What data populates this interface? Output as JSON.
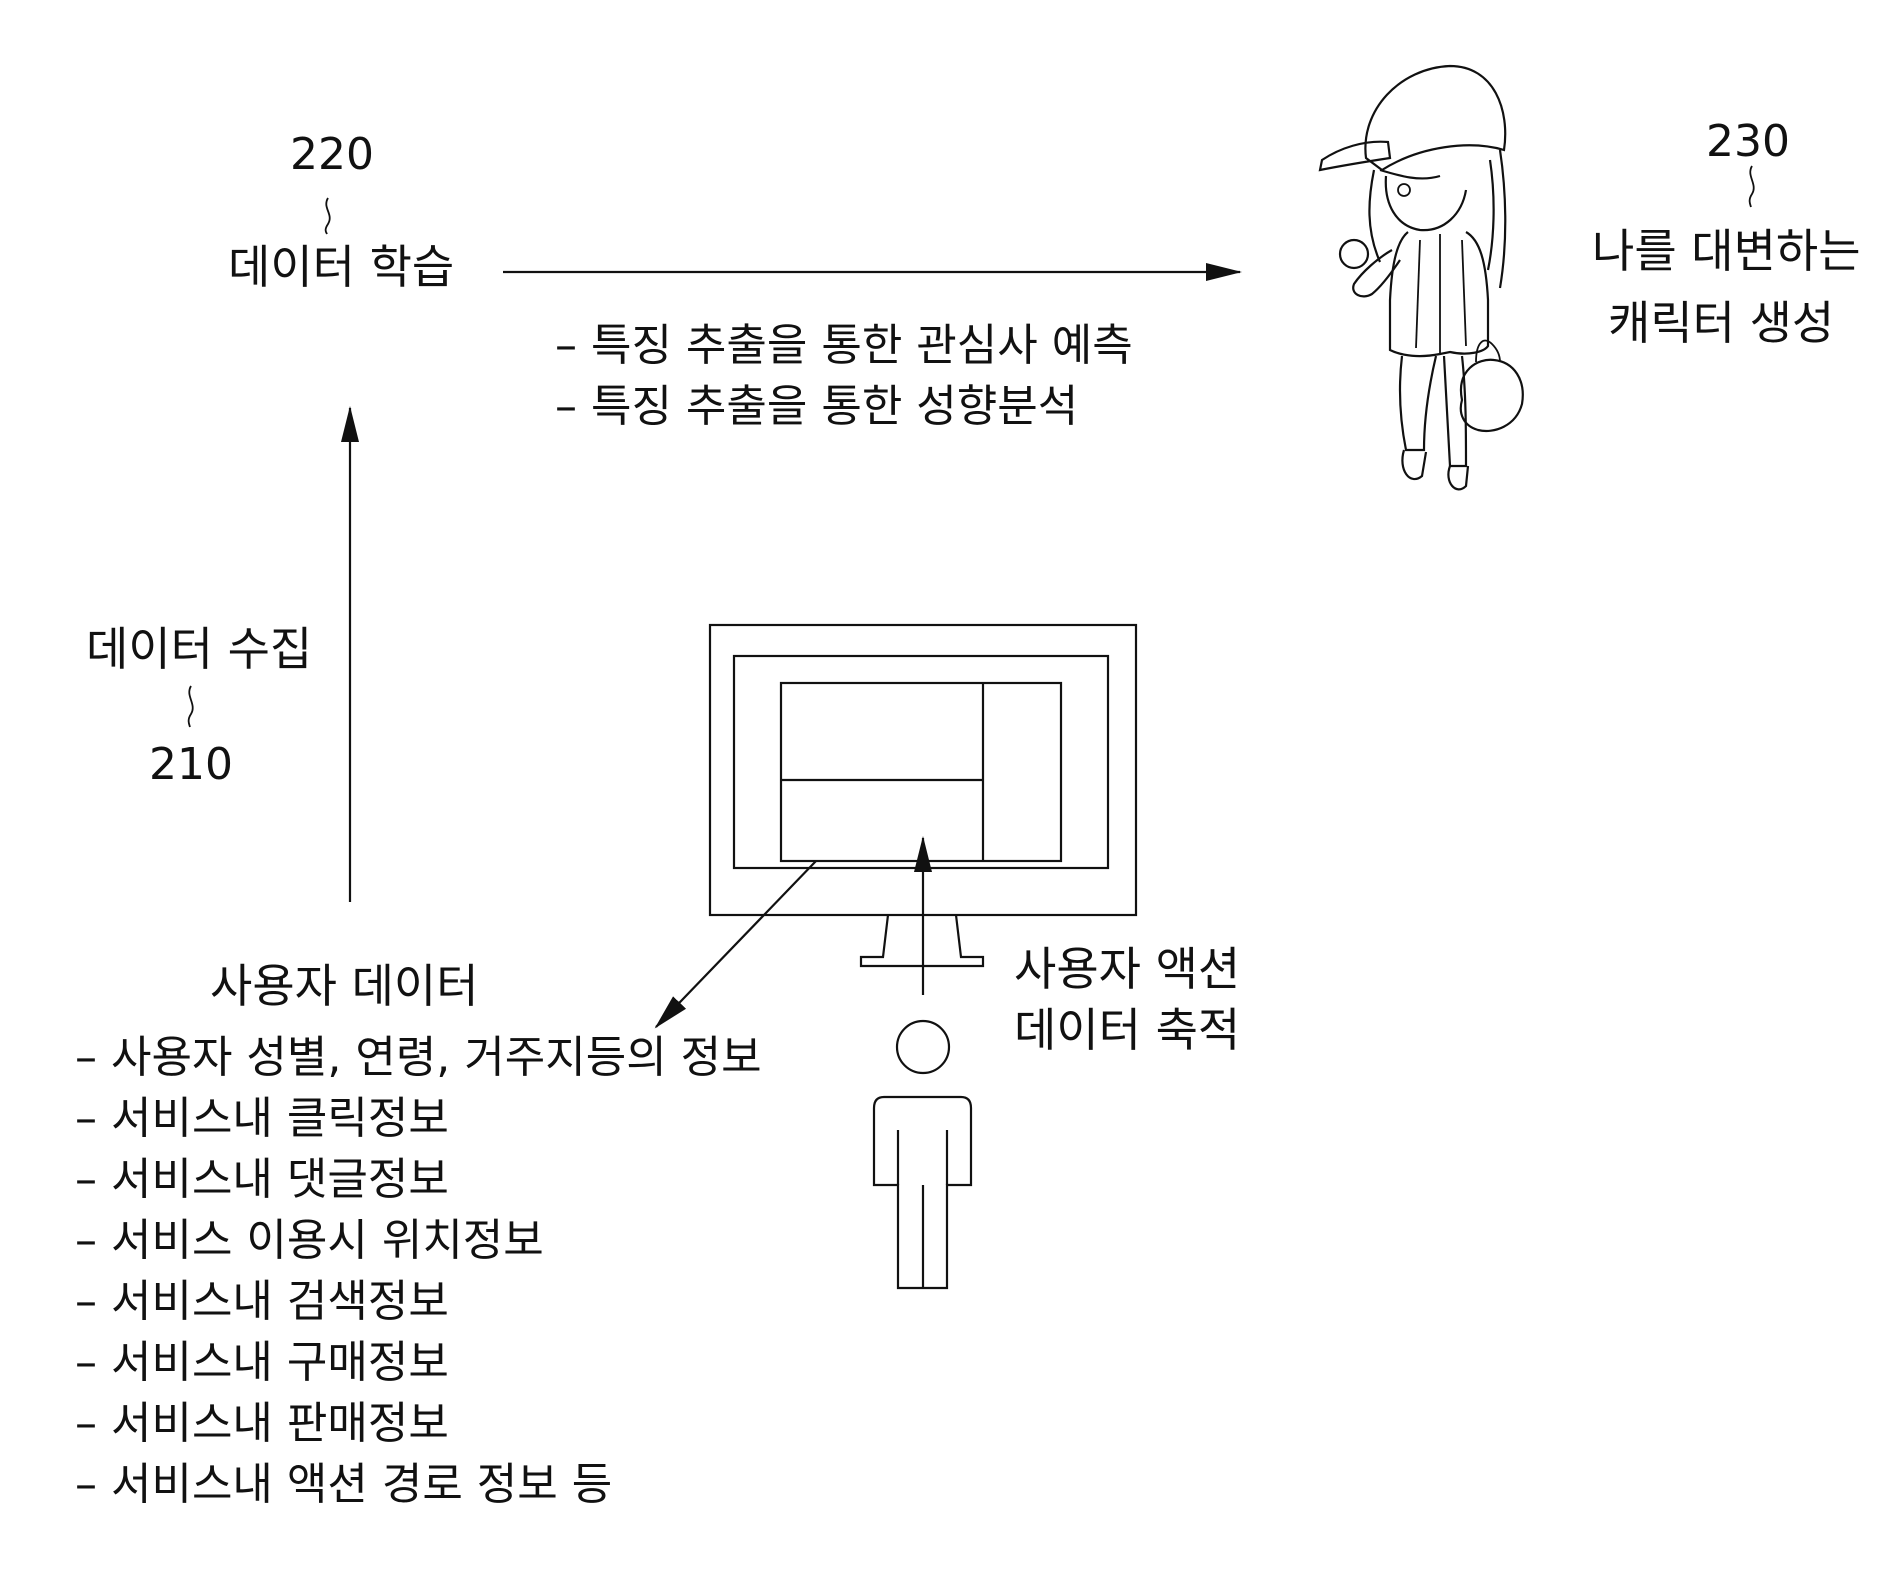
{
  "refs": {
    "r220": "220",
    "r210": "210",
    "r230": "230"
  },
  "labels": {
    "learning": "데이터 학습",
    "collection": "데이터 수집",
    "character_line1": "나를 대변하는",
    "character_line2": "캐릭터 생성",
    "user_data": "사용자 데이터",
    "action_line1": "사용자 액션",
    "action_line2": "데이터 축적"
  },
  "feature_items": [
    "– 특징 추출을 통한 관심사 예측",
    "– 특징 추출을 통한 성향분석"
  ],
  "user_data_items": [
    "– 사용자 성별, 연령, 거주지등의 정보",
    "– 서비스내 클릭정보",
    "– 서비스내 댓글정보",
    "– 서비스 이용시 위치정보",
    "– 서비스내 검색정보",
    "– 서비스내 구매정보",
    "– 서비스내 판매정보",
    "– 서비스내 액션 경로 정보 등"
  ]
}
